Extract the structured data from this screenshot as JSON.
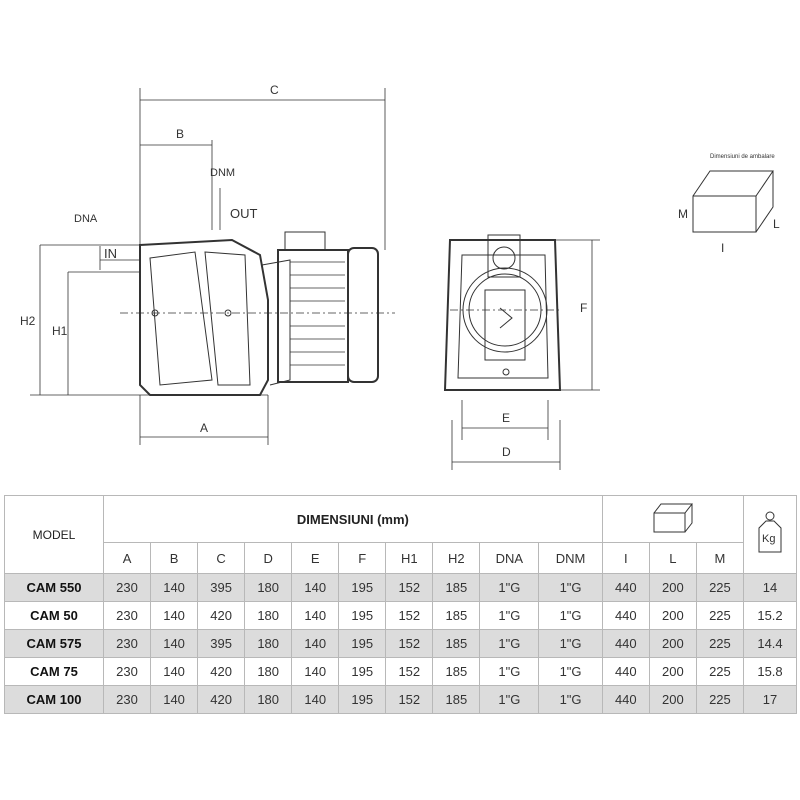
{
  "drawing": {
    "labels": {
      "C": "C",
      "B": "B",
      "DNM": "DNM",
      "OUT": "OUT",
      "DNA": "DNA",
      "IN": "IN",
      "H2": "H2",
      "H1": "H1",
      "A": "A",
      "E": "E",
      "D": "D",
      "F": "F"
    },
    "package": {
      "caption": "Dimensiuni de ambalare",
      "M": "M",
      "L": "L",
      "I": "I"
    }
  },
  "table": {
    "model_header": "MODEL",
    "dimensions_header": "DIMENSIUNI  (mm)",
    "weight_icon_label": "Kg",
    "columns": [
      "A",
      "B",
      "C",
      "D",
      "E",
      "F",
      "H1",
      "H2",
      "DNA",
      "DNM",
      "I",
      "L",
      "M"
    ],
    "rows": [
      {
        "model": "CAM 550",
        "values": [
          "230",
          "140",
          "395",
          "180",
          "140",
          "195",
          "152",
          "185",
          "1\"G",
          "1\"G",
          "440",
          "200",
          "225",
          "14"
        ]
      },
      {
        "model": "CAM 50",
        "values": [
          "230",
          "140",
          "420",
          "180",
          "140",
          "195",
          "152",
          "185",
          "1\"G",
          "1\"G",
          "440",
          "200",
          "225",
          "15.2"
        ]
      },
      {
        "model": "CAM 575",
        "values": [
          "230",
          "140",
          "395",
          "180",
          "140",
          "195",
          "152",
          "185",
          "1\"G",
          "1\"G",
          "440",
          "200",
          "225",
          "14.4"
        ]
      },
      {
        "model": "CAM 75",
        "values": [
          "230",
          "140",
          "420",
          "180",
          "140",
          "195",
          "152",
          "185",
          "1\"G",
          "1\"G",
          "440",
          "200",
          "225",
          "15.8"
        ]
      },
      {
        "model": "CAM 100",
        "values": [
          "230",
          "140",
          "420",
          "180",
          "140",
          "195",
          "152",
          "185",
          "1\"G",
          "1\"G",
          "440",
          "200",
          "225",
          "17"
        ]
      }
    ]
  }
}
